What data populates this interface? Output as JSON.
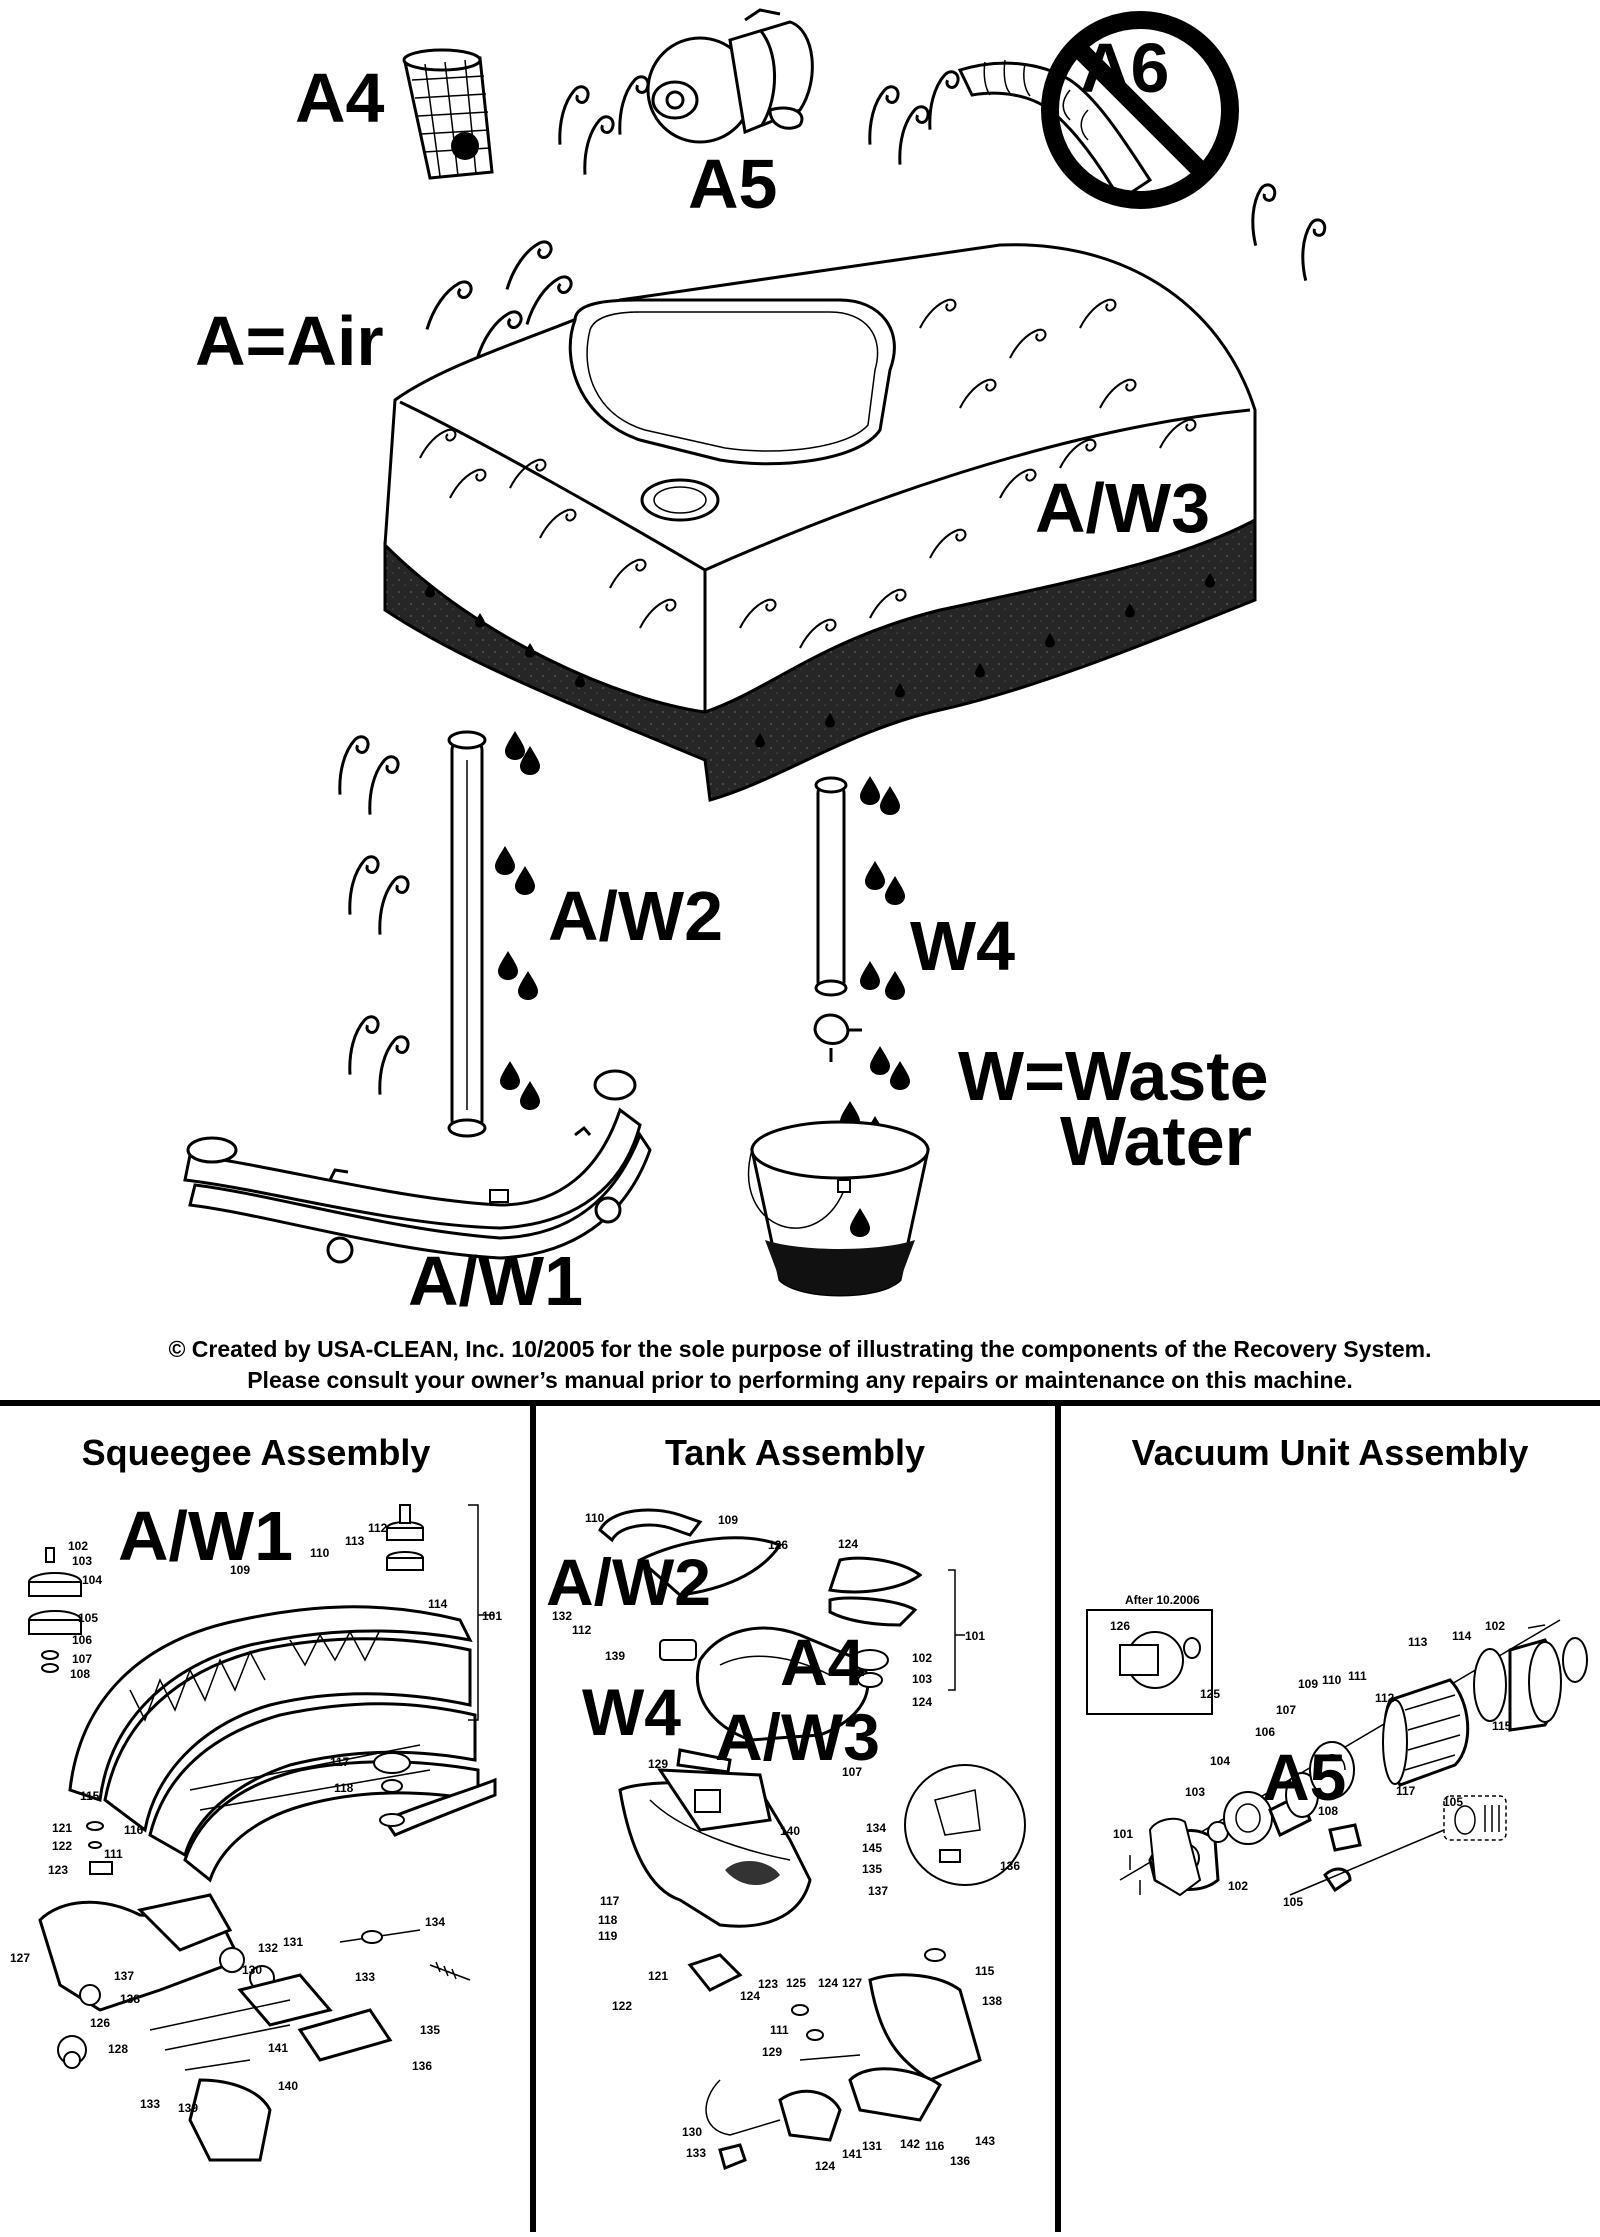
{
  "overview": {
    "labels": {
      "a4": "A4",
      "a5": "A5",
      "a6": "A6",
      "air_legend": "A=Air",
      "aw3": "A/W3",
      "aw2": "A/W2",
      "w4": "W4",
      "waste_line1": "W=Waste",
      "waste_line2": "Water",
      "aw1": "A/W1"
    }
  },
  "copyright": {
    "line1": "© Created by USA-CLEAN, Inc. 10/2005 for the sole purpose of illustrating the components of the Recovery System.",
    "line2": "Please consult your owner’s manual prior to performing any repairs or maintenance on this machine."
  },
  "panels": {
    "squeegee": {
      "title": "Squeegee Assembly",
      "overlay": "A/W1",
      "callouts": [
        "102",
        "103",
        "104",
        "105",
        "106",
        "107",
        "108",
        "109",
        "110",
        "113",
        "112",
        "114",
        "101",
        "115",
        "117",
        "118",
        "121",
        "122",
        "116",
        "111",
        "123",
        "127",
        "137",
        "138",
        "126",
        "128",
        "133",
        "139",
        "132",
        "131",
        "130",
        "133",
        "141",
        "140",
        "134",
        "135",
        "136"
      ]
    },
    "tank": {
      "title": "Tank Assembly",
      "overlay_aw2": "A/W2",
      "overlay_a4": "A4",
      "overlay_w4": "W4",
      "overlay_aw3": "A/W3",
      "callouts": [
        "110",
        "109",
        "126",
        "124",
        "132",
        "112",
        "139",
        "102",
        "103",
        "124",
        "101",
        "129",
        "107",
        "140",
        "134",
        "145",
        "135",
        "136",
        "137",
        "117",
        "118",
        "119",
        "115",
        "121",
        "122",
        "123",
        "124",
        "125",
        "124",
        "127",
        "111",
        "138",
        "129",
        "130",
        "133",
        "124",
        "141",
        "131",
        "142",
        "116",
        "136",
        "143"
      ]
    },
    "vacuum": {
      "title": "Vacuum Unit Assembly",
      "overlay": "A5",
      "inset_label": "After 10.2006",
      "callouts": [
        "126",
        "125",
        "102",
        "113",
        "114",
        "115",
        "109",
        "110",
        "111",
        "112",
        "107",
        "106",
        "104",
        "103",
        "101",
        "108",
        "117",
        "105",
        "102",
        "105"
      ]
    }
  }
}
